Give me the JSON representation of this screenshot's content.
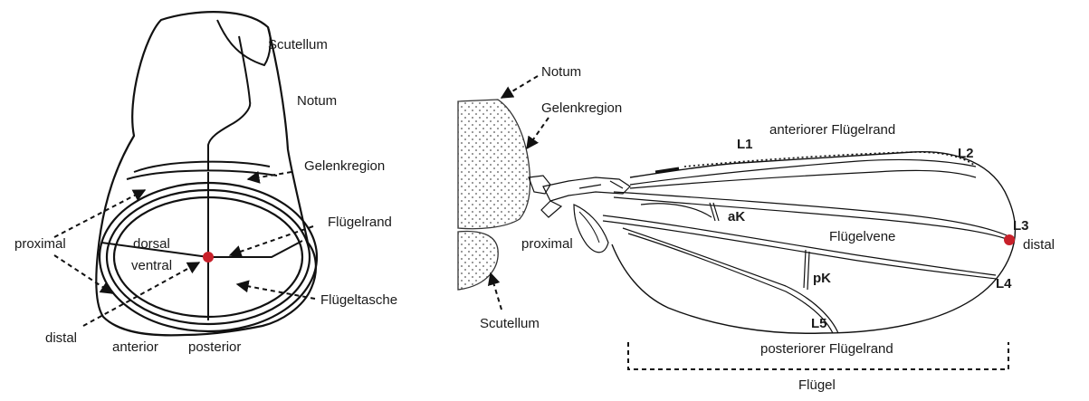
{
  "left": {
    "labels": {
      "scutellum": "Scutellum",
      "notum": "Notum",
      "gelenkregion": "Gelenkregion",
      "fluegelrand": "Flügelrand",
      "proximal": "proximal",
      "dorsal": "dorsal",
      "ventral": "ventral",
      "fluegeltasche": "Flügeltasche",
      "distal": "distal",
      "anterior": "anterior",
      "posterior": "posterior"
    },
    "colors": {
      "marker": "#c8202a"
    }
  },
  "right": {
    "labels": {
      "notum": "Notum",
      "gelenkregion": "Gelenkregion",
      "l1": "L1",
      "anteriorer_rand": "anteriorer Flügelrand",
      "l2": "L2",
      "ak": "aK",
      "l3": "L3",
      "fluegelvene": "Flügelvene",
      "distal": "distal",
      "proximal": "proximal",
      "pk": "pK",
      "l4": "L4",
      "scutellum": "Scutellum",
      "l5": "L5",
      "posteriorer_rand": "posteriorer Flügelrand",
      "fluegel": "Flügel"
    },
    "colors": {
      "marker": "#c8202a"
    }
  }
}
